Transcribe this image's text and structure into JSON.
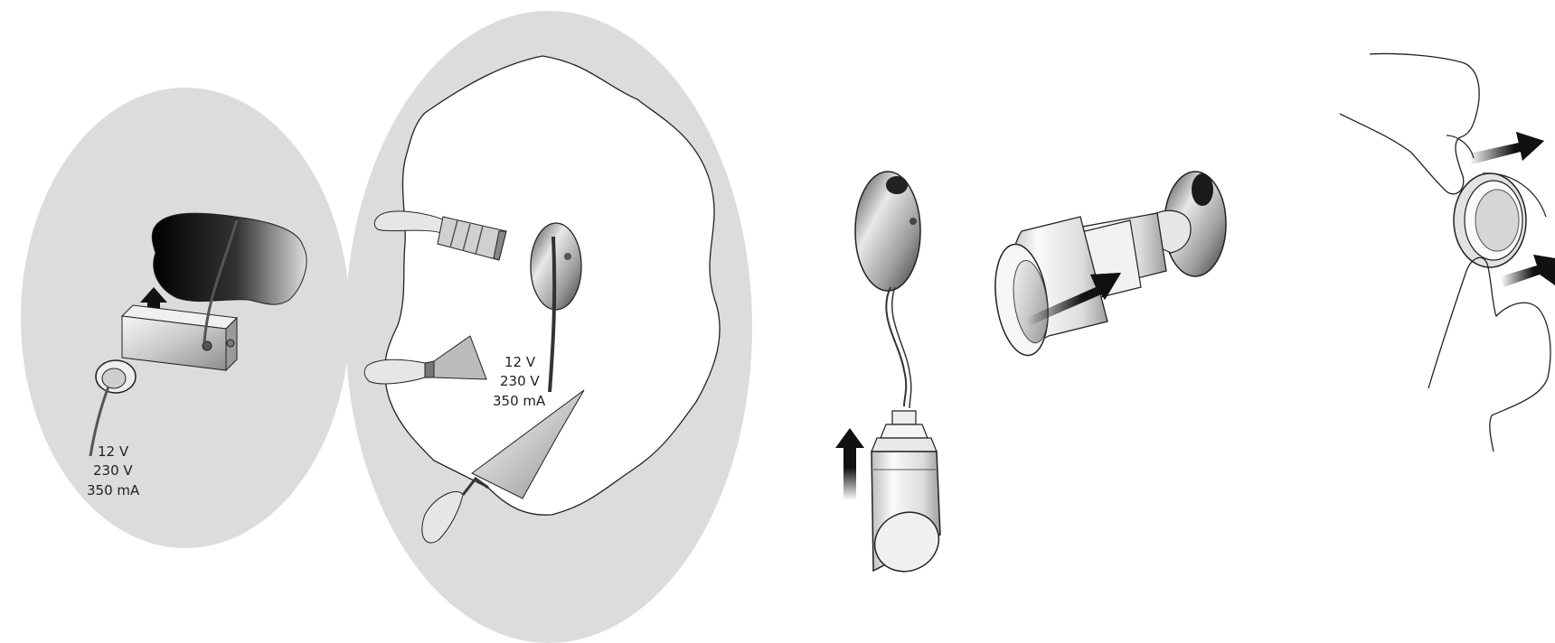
{
  "step1": {
    "spec_lines": [
      "12 V",
      "230 V",
      "350 mA"
    ]
  },
  "step2": {
    "spec_lines": [
      "12 V",
      "230 V",
      "350 mA"
    ]
  },
  "colors": {
    "background": "#ffffff",
    "panel_gray": "#dcdcdc",
    "outline": "#222222",
    "arrow": "#111111"
  },
  "icons": [
    "paintbrush-icon",
    "putty-knife-icon",
    "trowel-icon",
    "wall-box-icon",
    "wall-cavity-icon",
    "lamp-icon",
    "mounting-plate-icon",
    "hand-icon",
    "arrow-icon"
  ]
}
